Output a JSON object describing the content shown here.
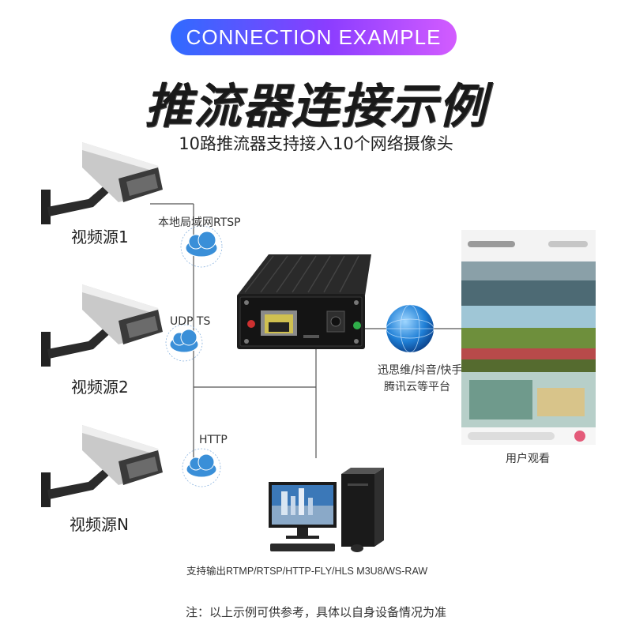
{
  "banner": "CONNECTION EXAMPLE",
  "title": "推流器连接示例",
  "subtitle": "10路推流器支持接入10个网络摄像头",
  "sources": [
    {
      "label": "视频源1",
      "protocol": "本地局域网RTSP"
    },
    {
      "label": "视频源2",
      "protocol": "UDP TS"
    },
    {
      "label": "视频源N",
      "protocol": "HTTP"
    }
  ],
  "platforms": {
    "line1": "迅思维/抖音/快手",
    "line2": "腾讯云等平台"
  },
  "viewer_label": "用户观看",
  "output_label": "支持输出RTMP/RTSP/HTTP-FLY/HLS M3U8/WS-RAW",
  "note": "注：以上示例可供参考，具体以自身设备情况为准",
  "icons": [
    "security-camera-icon",
    "cloud-network-icon",
    "stream-box-icon",
    "globe-icon",
    "desktop-computer-icon",
    "smartphone-app-icon"
  ],
  "colors": {
    "banner_start": "#2f6bff",
    "banner_end": "#d35cff",
    "cloud": "#3a8fd8",
    "globe": "#1f7fd6"
  }
}
